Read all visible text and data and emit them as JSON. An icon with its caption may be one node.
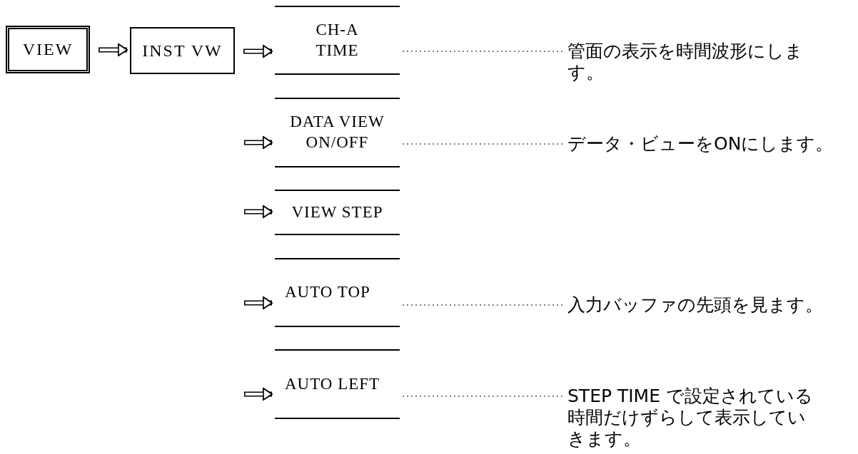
{
  "diagram": {
    "nodes": [
      {
        "text": [
          "VIEW"
        ]
      },
      {
        "text": [
          "INST VW"
        ]
      },
      {
        "text": [
          "CH-A TIME"
        ]
      },
      {
        "text": [
          "DATA VIEW ON/OFF"
        ]
      },
      {
        "text": [
          "VIEW STEP"
        ]
      },
      {
        "text": [
          "AUTO TOP"
        ]
      },
      {
        "text": [
          "AUTO LEFT"
        ]
      },
      {
        "text": [
          "管面の表示を時間波形にします。"
        ]
      },
      {
        "text": [
          "データ・ビューをONにします。"
        ]
      },
      {
        "text": [
          "入力バッファの先頭を見ます。"
        ]
      },
      {
        "text": [
          "STEP TIME で設定されている時間だけずらして表示していきます。"
        ]
      }
    ],
    "edges": [
      {
        "from": 0,
        "to": 1,
        "arrow": "to"
      },
      {
        "from": 1,
        "to": 2,
        "arrow": "to"
      },
      {
        "from": null,
        "to": 3,
        "arrow": "to"
      },
      {
        "from": null,
        "to": 4,
        "arrow": "to"
      },
      {
        "from": null,
        "to": 5,
        "arrow": "to"
      },
      {
        "from": null,
        "to": 6,
        "arrow": "to"
      },
      {
        "from": 2,
        "to": 7,
        "arrow": "none",
        "style": "dashed"
      },
      {
        "from": 3,
        "to": 8,
        "arrow": "none",
        "style": "dashed"
      },
      {
        "from": 5,
        "to": 9,
        "arrow": "none",
        "style": "dashed"
      },
      {
        "from": 6,
        "to": 10,
        "arrow": "none",
        "style": "dashed"
      }
    ]
  }
}
